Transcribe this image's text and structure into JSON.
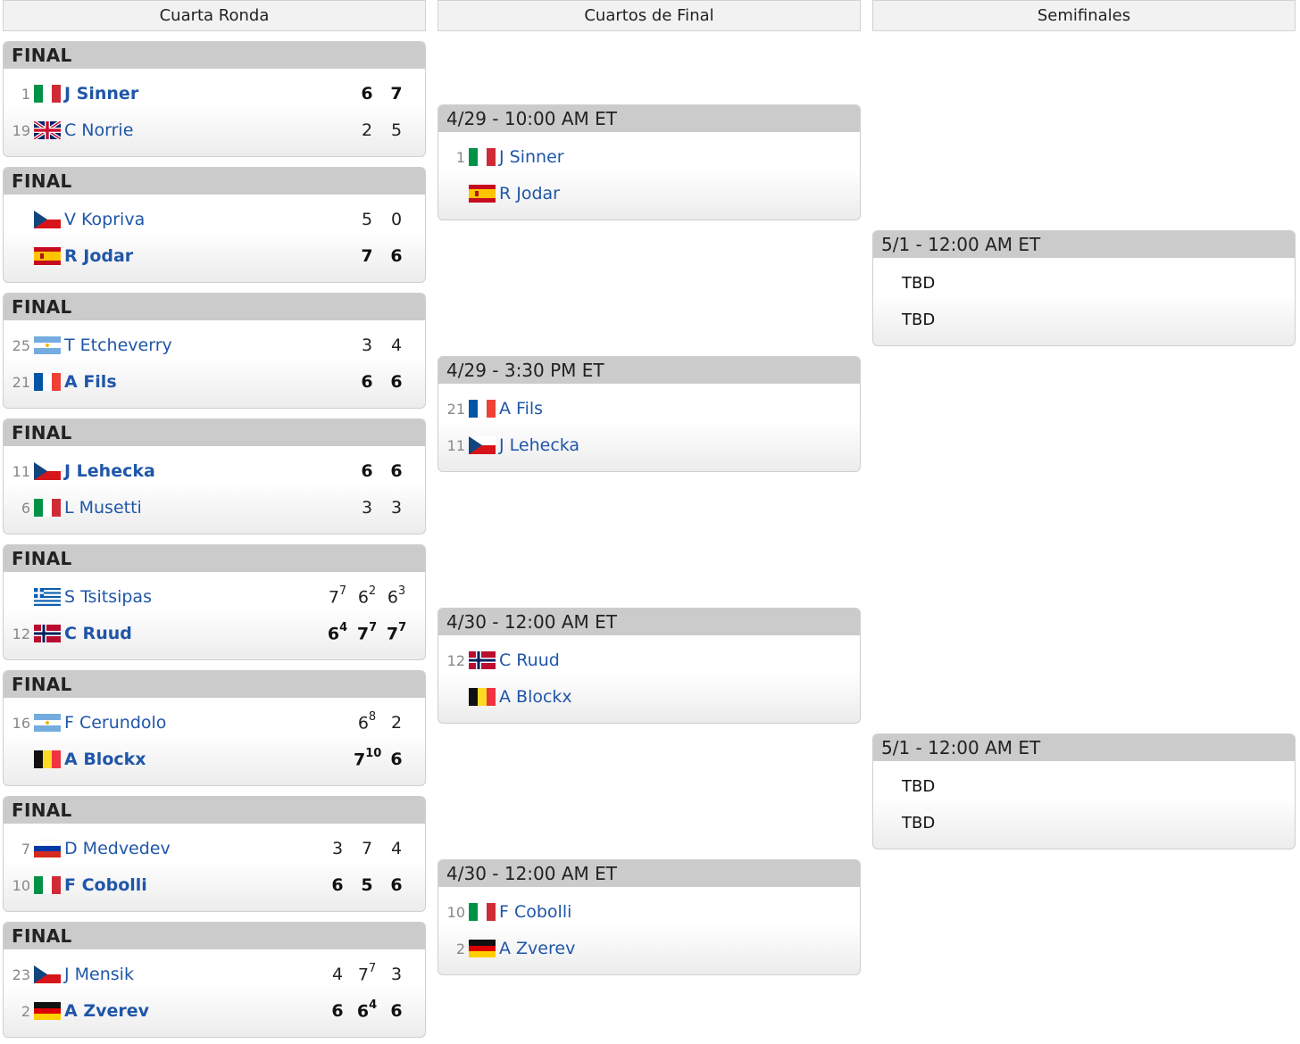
{
  "columns": [
    "Cuarta Ronda",
    "Cuartos de Final",
    "Semifinales"
  ],
  "round4": [
    {
      "header": "FINAL",
      "players": [
        {
          "seed": "1",
          "flag": "italy-flag",
          "name": "J Sinner",
          "win": true,
          "scores": [
            {
              "v": "6"
            },
            {
              "v": "7"
            }
          ]
        },
        {
          "seed": "19",
          "flag": "uk-flag",
          "name": "C Norrie",
          "win": false,
          "scores": [
            {
              "v": "2"
            },
            {
              "v": "5"
            }
          ]
        }
      ]
    },
    {
      "header": "FINAL",
      "players": [
        {
          "seed": "",
          "flag": "czech-flag",
          "name": "V Kopriva",
          "win": false,
          "scores": [
            {
              "v": "5"
            },
            {
              "v": "0"
            }
          ]
        },
        {
          "seed": "",
          "flag": "spain-flag",
          "name": "R Jodar",
          "win": true,
          "scores": [
            {
              "v": "7"
            },
            {
              "v": "6"
            }
          ]
        }
      ]
    },
    {
      "header": "FINAL",
      "players": [
        {
          "seed": "25",
          "flag": "argentina-flag",
          "name": "T Etcheverry",
          "win": false,
          "scores": [
            {
              "v": "3"
            },
            {
              "v": "4"
            }
          ]
        },
        {
          "seed": "21",
          "flag": "france-flag",
          "name": "A Fils",
          "win": true,
          "scores": [
            {
              "v": "6"
            },
            {
              "v": "6"
            }
          ]
        }
      ]
    },
    {
      "header": "FINAL",
      "players": [
        {
          "seed": "11",
          "flag": "czech-flag",
          "name": "J Lehecka",
          "win": true,
          "scores": [
            {
              "v": "6"
            },
            {
              "v": "6"
            }
          ]
        },
        {
          "seed": "6",
          "flag": "italy-flag",
          "name": "L Musetti",
          "win": false,
          "scores": [
            {
              "v": "3"
            },
            {
              "v": "3"
            }
          ]
        }
      ]
    },
    {
      "header": "FINAL",
      "players": [
        {
          "seed": "",
          "flag": "greece-flag",
          "name": "S Tsitsipas",
          "win": false,
          "scores": [
            {
              "v": "7",
              "tb": "7"
            },
            {
              "v": "6",
              "tb": "2"
            },
            {
              "v": "6",
              "tb": "3"
            }
          ]
        },
        {
          "seed": "12",
          "flag": "norway-flag",
          "name": "C Ruud",
          "win": true,
          "scores": [
            {
              "v": "6",
              "tb": "4"
            },
            {
              "v": "7",
              "tb": "7"
            },
            {
              "v": "7",
              "tb": "7"
            }
          ]
        }
      ]
    },
    {
      "header": "FINAL",
      "players": [
        {
          "seed": "16",
          "flag": "argentina-flag",
          "name": "F Cerundolo",
          "win": false,
          "scores": [
            {
              "v": "6",
              "tb": "8"
            },
            {
              "v": "2"
            }
          ]
        },
        {
          "seed": "",
          "flag": "belgium-flag",
          "name": "A Blockx",
          "win": true,
          "scores": [
            {
              "v": "7",
              "tb": "10"
            },
            {
              "v": "6"
            }
          ]
        }
      ]
    },
    {
      "header": "FINAL",
      "players": [
        {
          "seed": "7",
          "flag": "russia-flag",
          "name": "D Medvedev",
          "win": false,
          "scores": [
            {
              "v": "3"
            },
            {
              "v": "7"
            },
            {
              "v": "4"
            }
          ]
        },
        {
          "seed": "10",
          "flag": "italy-flag",
          "name": "F Cobolli",
          "win": true,
          "scores": [
            {
              "v": "6"
            },
            {
              "v": "5"
            },
            {
              "v": "6"
            }
          ]
        }
      ]
    },
    {
      "header": "FINAL",
      "players": [
        {
          "seed": "23",
          "flag": "czech-flag",
          "name": "J Mensik",
          "win": false,
          "scores": [
            {
              "v": "4"
            },
            {
              "v": "7",
              "tb": "7"
            },
            {
              "v": "3"
            }
          ]
        },
        {
          "seed": "2",
          "flag": "germany-flag",
          "name": "A Zverev",
          "win": true,
          "scores": [
            {
              "v": "6"
            },
            {
              "v": "6",
              "tb": "4"
            },
            {
              "v": "6"
            }
          ]
        }
      ]
    }
  ],
  "quarterfinals": [
    {
      "header": "4/29 - 10:00 AM ET",
      "players": [
        {
          "seed": "1",
          "flag": "italy-flag",
          "name": "J Sinner"
        },
        {
          "seed": "",
          "flag": "spain-flag",
          "name": "R Jodar"
        }
      ]
    },
    {
      "header": "4/29 - 3:30 PM ET",
      "players": [
        {
          "seed": "21",
          "flag": "france-flag",
          "name": "A Fils"
        },
        {
          "seed": "11",
          "flag": "czech-flag",
          "name": "J Lehecka"
        }
      ]
    },
    {
      "header": "4/30 - 12:00 AM ET",
      "players": [
        {
          "seed": "12",
          "flag": "norway-flag",
          "name": "C Ruud"
        },
        {
          "seed": "",
          "flag": "belgium-flag",
          "name": "A Blockx"
        }
      ]
    },
    {
      "header": "4/30 - 12:00 AM ET",
      "players": [
        {
          "seed": "10",
          "flag": "italy-flag",
          "name": "F Cobolli"
        },
        {
          "seed": "2",
          "flag": "germany-flag",
          "name": "A Zverev"
        }
      ]
    }
  ],
  "semifinals": [
    {
      "header": "5/1 - 12:00 AM ET",
      "players": [
        {
          "name": "TBD"
        },
        {
          "name": "TBD"
        }
      ]
    },
    {
      "header": "5/1 - 12:00 AM ET",
      "players": [
        {
          "name": "TBD"
        },
        {
          "name": "TBD"
        }
      ]
    }
  ]
}
